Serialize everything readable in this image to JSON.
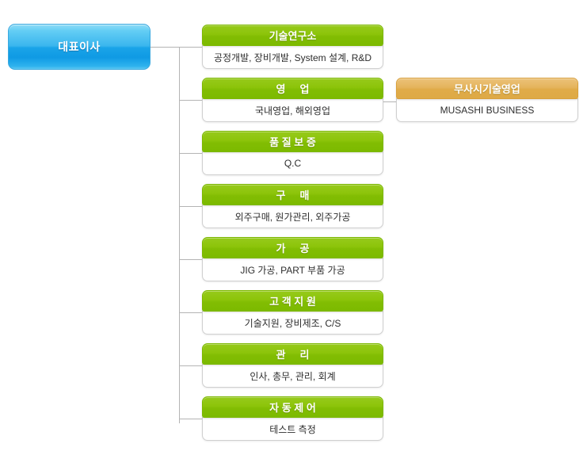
{
  "chart": {
    "type": "org-chart",
    "root": {
      "label": "대표이사",
      "color": "#1aa4e8"
    },
    "departments": [
      {
        "title": "기술연구소",
        "desc": "공정개발, 장비개발, System 설계, R&D",
        "color": "#8cc40a"
      },
      {
        "title": "영     업",
        "desc": "국내영업, 해외영업",
        "color": "#8cc40a"
      },
      {
        "title": "품 질 보 증",
        "desc": "Q.C",
        "color": "#8cc40a"
      },
      {
        "title": "구     매",
        "desc": "외주구매, 원가관리, 외주가공",
        "color": "#8cc40a"
      },
      {
        "title": "가     공",
        "desc": "JIG 가공, PART 부품 가공",
        "color": "#8cc40a"
      },
      {
        "title": "고 객 지 원",
        "desc": "기술지원, 장비제조, C/S",
        "color": "#8cc40a"
      },
      {
        "title": "관     리",
        "desc": "인사, 총무, 관리, 회계",
        "color": "#8cc40a"
      },
      {
        "title": "자 동 제 어",
        "desc": "테스트 측정",
        "color": "#8cc40a"
      }
    ],
    "sub_departments": [
      {
        "title": "무사시기술영업",
        "desc": "MUSASHI BUSINESS",
        "color": "#e0ab48",
        "parent": "영     업"
      }
    ],
    "connector_color": "#b4b4b4"
  }
}
